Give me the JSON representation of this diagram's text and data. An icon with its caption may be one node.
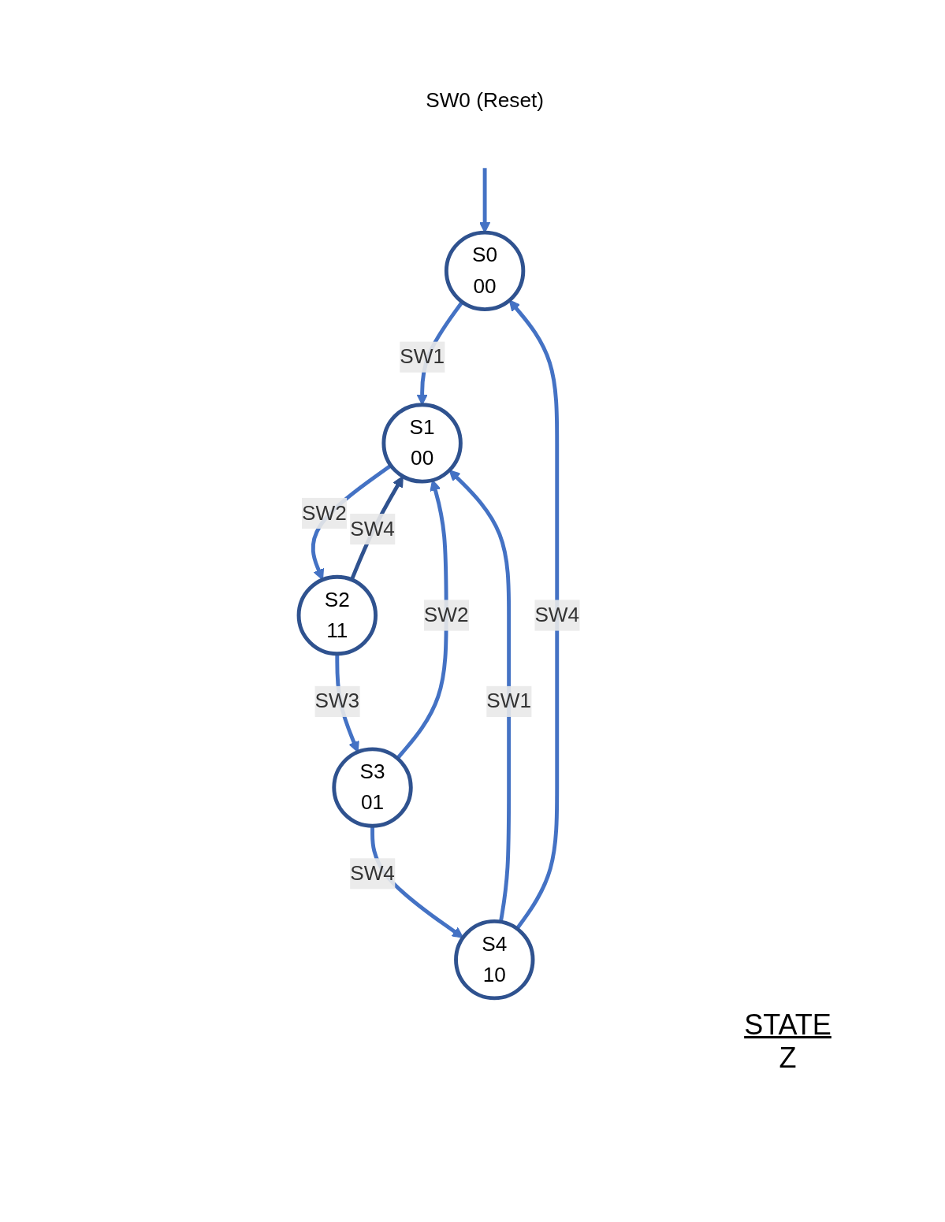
{
  "diagram": {
    "nodes": [
      {
        "text": [
          "SW0 (Reset)"
        ]
      },
      {
        "text": [
          "S0",
          "00"
        ]
      },
      {
        "text": [
          "S1",
          "00"
        ]
      },
      {
        "text": [
          "S2",
          "11"
        ]
      },
      {
        "text": [
          "S3",
          "01"
        ]
      },
      {
        "text": [
          "S4",
          "10"
        ]
      }
    ],
    "edges": [
      {
        "from": 0,
        "to": 1,
        "arrow": "to"
      },
      {
        "from": 1,
        "to": 2,
        "arrow": "to",
        "label": "SW1"
      },
      {
        "from": 2,
        "to": 3,
        "arrow": "to",
        "label": "SW2"
      },
      {
        "from": 3,
        "to": 2,
        "arrow": "to",
        "label": "SW4",
        "color": "#2f528f"
      },
      {
        "from": 3,
        "to": 4,
        "arrow": "to",
        "label": "SW3"
      },
      {
        "from": 4,
        "to": 2,
        "arrow": "to",
        "label": "SW2"
      },
      {
        "from": 4,
        "to": 5,
        "arrow": "to",
        "label": "SW4"
      },
      {
        "from": 5,
        "to": 2,
        "arrow": "to",
        "label": "SW1"
      },
      {
        "from": 5,
        "to": 1,
        "arrow": "to",
        "label": "SW4"
      }
    ],
    "labels": [
      "STATE",
      "Z"
    ]
  }
}
